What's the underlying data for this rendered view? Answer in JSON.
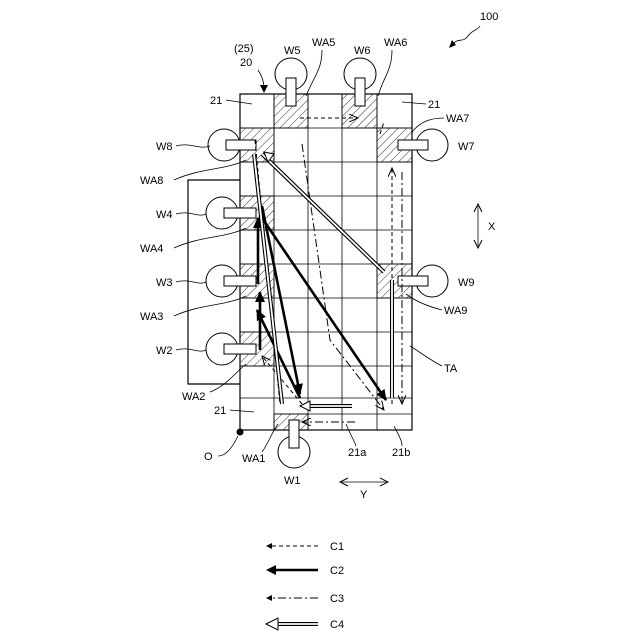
{
  "figure_number": "100",
  "labels": {
    "ref_25": "(25)",
    "ref_20": "20",
    "ref_21_tl": "21",
    "ref_21_tr": "21",
    "ref_21_bl": "21",
    "ref_21a": "21a",
    "ref_21b": "21b",
    "ta": "TA",
    "origin": "O",
    "axis_x": "X",
    "axis_y": "Y"
  },
  "robots": {
    "w1": "W1",
    "w2": "W2",
    "w3": "W3",
    "w4": "W4",
    "w5": "W5",
    "w6": "W6",
    "w7": "W7",
    "w8": "W8",
    "w9": "W9"
  },
  "areas": {
    "wa1": "WA1",
    "wa2": "WA2",
    "wa3": "WA3",
    "wa4": "WA4",
    "wa5": "WA5",
    "wa6": "WA6",
    "wa7": "WA7",
    "wa8": "WA8",
    "wa9": "WA9"
  },
  "legend": {
    "c1": "C1",
    "c2": "C2",
    "c3": "C3",
    "c4": "C4"
  },
  "style": {
    "line_color": "#000000",
    "background": "#ffffff"
  }
}
